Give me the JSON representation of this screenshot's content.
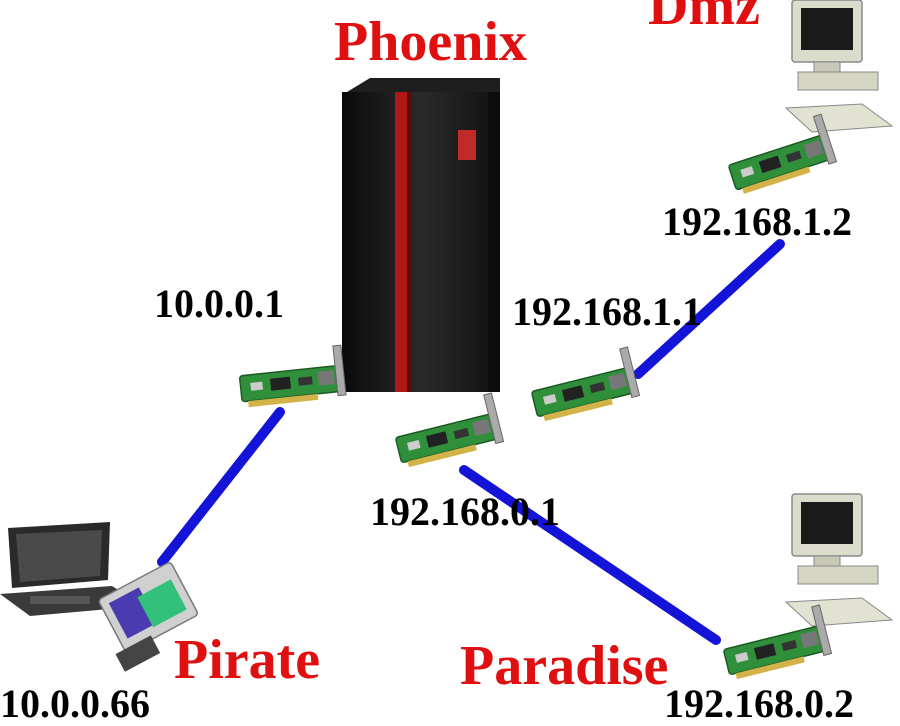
{
  "hosts": {
    "phoenix": "Phoenix",
    "dmz": "Dmz",
    "pirate": "Pirate",
    "paradise": "Paradise"
  },
  "addresses": {
    "phoenix_left": "10.0.0.1",
    "phoenix_right": "192.168.1.1",
    "phoenix_bottom": "192.168.0.1",
    "dmz": "192.168.1.2",
    "pirate": "10.0.0.66",
    "paradise": "192.168.0.2"
  },
  "colors": {
    "host_label": "#e01010",
    "link": "#1414d8",
    "nic_board": "#2f8f3a"
  }
}
